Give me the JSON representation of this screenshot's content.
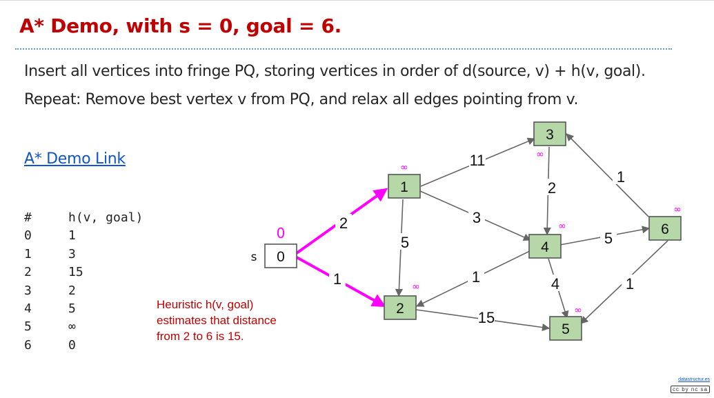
{
  "title": "A* Demo, with s = 0, goal = 6.",
  "lines": [
    "Insert all vertices into fringe PQ, storing vertices in order of d(source, v) + h(v, goal).",
    "Repeat: Remove best vertex v from PQ, and relax all edges pointing from v."
  ],
  "demo_link": "A* Demo Link",
  "table": {
    "headers": [
      "#",
      "h(v, goal)"
    ],
    "rows": [
      [
        "0",
        "1"
      ],
      [
        "1",
        "3"
      ],
      [
        "2",
        "15"
      ],
      [
        "3",
        "2"
      ],
      [
        "4",
        "5"
      ],
      [
        "5",
        "∞"
      ],
      [
        "6",
        "0"
      ]
    ]
  },
  "note": "Heuristic h(v, goal) estimates that distance from 2 to 6 is 15.",
  "graph": {
    "source_label": "s",
    "nodes": [
      {
        "id": "0",
        "dist": "0"
      },
      {
        "id": "1",
        "dist": "∞"
      },
      {
        "id": "2",
        "dist": "∞"
      },
      {
        "id": "3",
        "dist": "∞"
      },
      {
        "id": "4",
        "dist": "∞"
      },
      {
        "id": "5",
        "dist": "∞"
      },
      {
        "id": "6",
        "dist": "∞"
      }
    ],
    "edges": [
      {
        "from": "0",
        "to": "1",
        "weight": "2",
        "highlight": true
      },
      {
        "from": "0",
        "to": "2",
        "weight": "1",
        "highlight": true
      },
      {
        "from": "1",
        "to": "3",
        "weight": "11",
        "highlight": false
      },
      {
        "from": "1",
        "to": "4",
        "weight": "3",
        "highlight": false
      },
      {
        "from": "1",
        "to": "2",
        "weight": "5",
        "highlight": false
      },
      {
        "from": "3",
        "to": "4",
        "weight": "2",
        "highlight": false
      },
      {
        "from": "6",
        "to": "3",
        "weight": "1",
        "highlight": false
      },
      {
        "from": "4",
        "to": "6",
        "weight": "5",
        "highlight": false
      },
      {
        "from": "4",
        "to": "2",
        "weight": "1",
        "highlight": false
      },
      {
        "from": "4",
        "to": "5",
        "weight": "4",
        "highlight": false
      },
      {
        "from": "6",
        "to": "5",
        "weight": "1",
        "highlight": false
      },
      {
        "from": "2",
        "to": "5",
        "weight": "15",
        "highlight": false
      }
    ],
    "colors": {
      "node_fill": "#b6d7a8",
      "node_stroke": "#555555",
      "source_fill": "#ffffff",
      "edge": "#666666",
      "highlight_edge": "#ff00ff",
      "infinity": "#ff00ff"
    }
  },
  "footer": {
    "site": "datastructur.es",
    "license": "cc by nc sa"
  }
}
